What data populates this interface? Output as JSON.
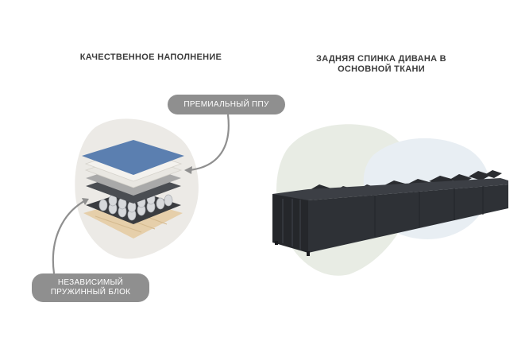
{
  "headings": {
    "left": "КАЧЕСТВЕННОЕ НАПОЛНЕНИЕ",
    "right_line1": "ЗАДНЯЯ СПИНКА ДИВАНА В",
    "right_line2": "ОСНОВНОЙ ТКАНИ"
  },
  "callouts": {
    "foam": "ПРЕМИАЛЬНЫЙ ППУ",
    "spring_line1": "НЕЗАВИСИМЫЙ",
    "spring_line2": "ПРУЖИННЫЙ БЛОК"
  },
  "colors": {
    "blob_left": "#eceae6",
    "blob_right_green": "#e8ece4",
    "blob_right_blue": "#e8eef3",
    "pill": "#8f8f8f",
    "arrow": "#8f8f8f",
    "top_layer": "#5b7fb0",
    "sofa": "#2e3136"
  }
}
